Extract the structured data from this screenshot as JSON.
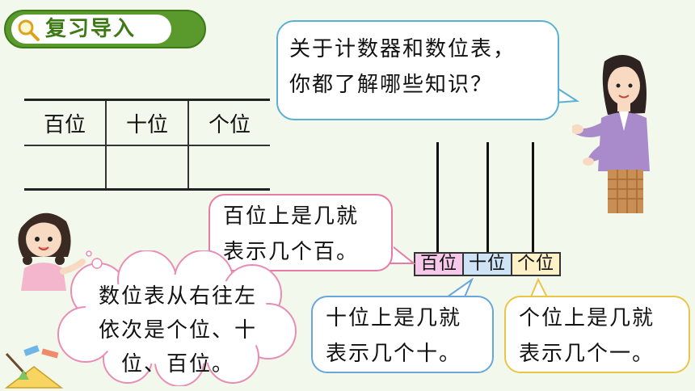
{
  "header": {
    "title": "复习导入",
    "icon": "search-icon"
  },
  "table": {
    "headers": [
      "百位",
      "十位",
      "个位"
    ],
    "rows": [
      [
        "",
        "",
        ""
      ]
    ]
  },
  "teacher_question": {
    "line1": "关于计数器和数位表，",
    "line2": "你都了解哪些知识？"
  },
  "student_answer": {
    "line1": "数位表从右往左",
    "line2": "依次是个位、十",
    "line3": "位、百位。"
  },
  "counter": {
    "labels": [
      "百位",
      "十位",
      "个位"
    ],
    "label_colors": [
      "#f6c8ea",
      "#cfe3f6",
      "#fbf0c6"
    ]
  },
  "hundreds_bubble": {
    "line1": "百位上是几就",
    "line2": "表示几个百。"
  },
  "tens_bubble": {
    "line1": "十位上是几就",
    "line2": "表示几个十。"
  },
  "ones_bubble": {
    "line1": "个位上是几就",
    "line2": "表示几个一。"
  },
  "colors": {
    "header_green": "#5a9a2c",
    "background": "#f3f8ec",
    "teacher_bubble_border": "#5ab0d2",
    "pink_border": "#e67ca6",
    "blue_border": "#68a6dc",
    "yellow_border": "#e9c648"
  }
}
